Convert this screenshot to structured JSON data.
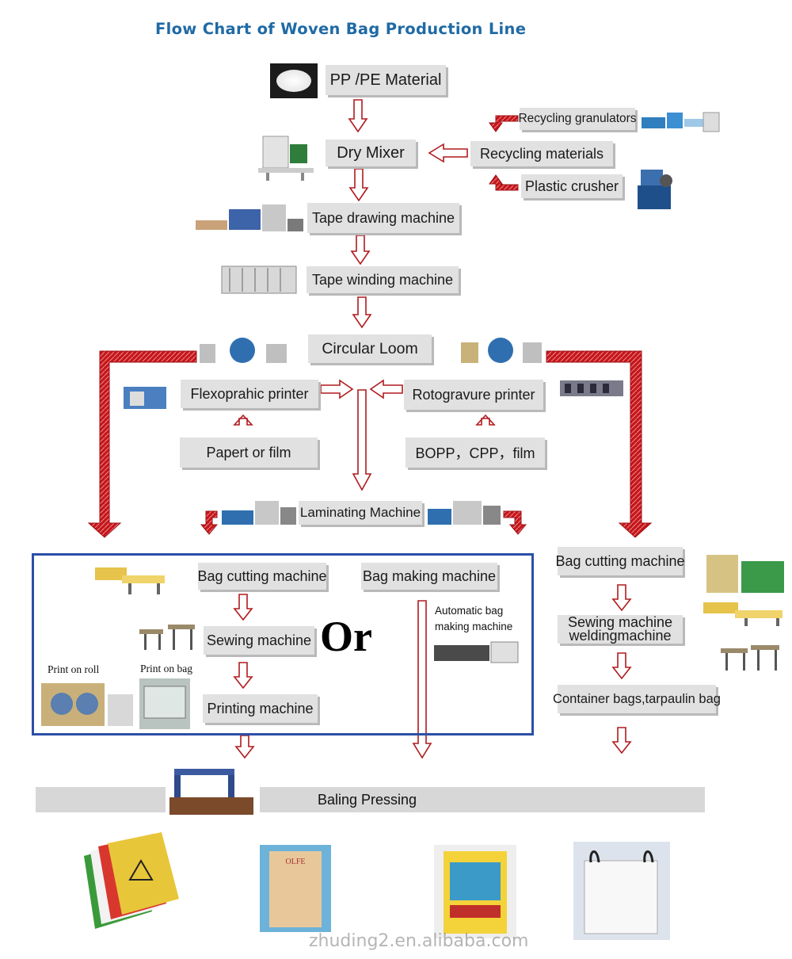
{
  "title": "Flow Chart of Woven Bag Production Line",
  "steps": {
    "pp_pe_material": "PP /PE Material",
    "dry_mixer": "Dry Mixer",
    "recycling_granulators": "Recycling granulators",
    "recycling_materials": "Recycling materials",
    "plastic_crusher": "Plastic crusher",
    "tape_drawing": "Tape drawing machine",
    "tape_winding": "Tape winding machine",
    "circular_loom": "Circular Loom",
    "flexo_printer": "Flexoprahic printer",
    "roto_printer": "Rotogravure printer",
    "paper_film": "Papert or film",
    "bopp": "BOPP，CPP，film",
    "laminating": "Laminating Machine",
    "bag_cutting_left": "Bag cutting machine",
    "bag_making": "Bag making machine",
    "sewing": "Sewing machine",
    "printing": "Printing machine",
    "bag_cutting_right": "Bag cutting machine",
    "sewing_welding_1": "Sewing machine",
    "sewing_welding_2": "weldingmachine",
    "container_bags": "Container bags,tarpaulin bag",
    "baling": "Baling Pressing"
  },
  "labels": {
    "or": "Or",
    "auto_bag_1": "Automatic bag",
    "auto_bag_2": "making machine",
    "print_on_roll": "Print on roll",
    "print_on_bag": "Print on bag",
    "product_bag_text": "OLFE"
  },
  "watermark": "zhuding2.en.alibaba.com",
  "colors": {
    "title": "#1f6aa5",
    "arrow_red": "#c4161c",
    "frame_blue": "#2c4fa6",
    "box_grey": "#e1e1e1"
  }
}
